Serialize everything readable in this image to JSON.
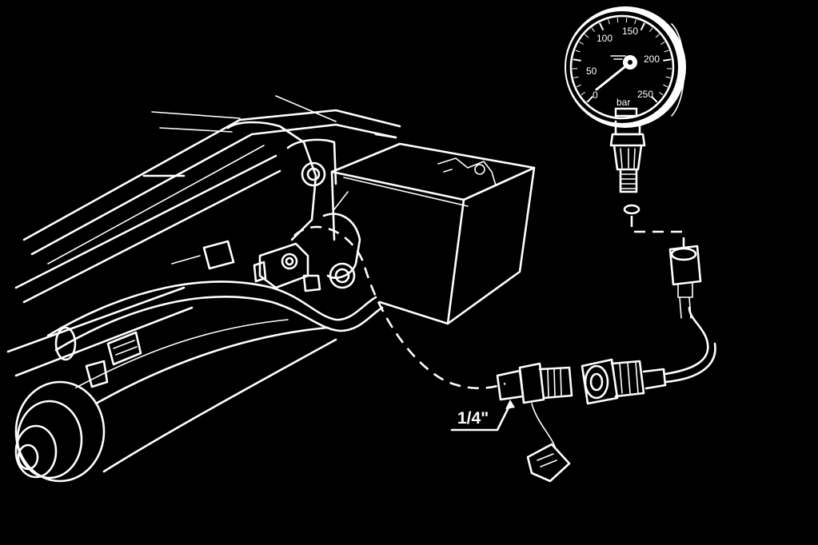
{
  "callout": {
    "thread_size": "1/4\""
  },
  "gauge": {
    "scale": [
      "50",
      "100",
      "150",
      "200",
      "250",
      "0"
    ],
    "unit": "bar"
  }
}
